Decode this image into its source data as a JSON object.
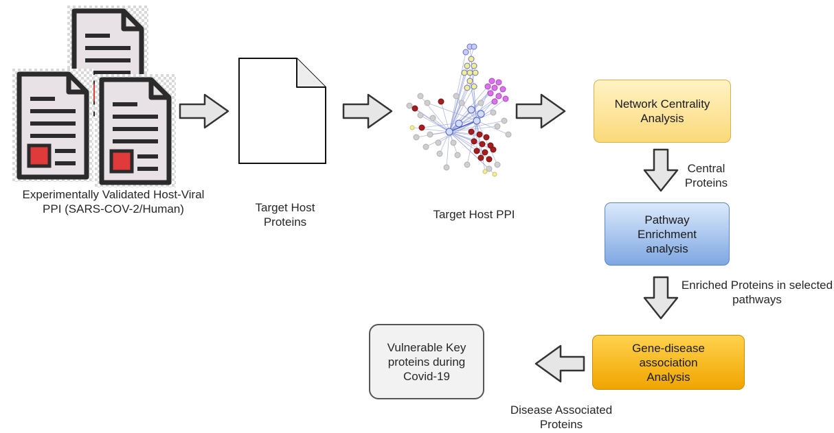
{
  "documents": {
    "label": "Experimentally Validated Host-Viral PPI (SARS-COV-2/Human)"
  },
  "target_proteins": {
    "label": "Target Host Proteins"
  },
  "target_ppi": {
    "label": "Target Host PPI"
  },
  "boxes": {
    "centrality": "Network Centrality Analysis",
    "pathway": "Pathway Enrichment analysis",
    "gene_disease": "Gene-disease association Analysis",
    "vulnerable": "Vulnerable Key proteins during Covid-19"
  },
  "edge_labels": {
    "central": "Central Proteins",
    "enriched": "Enriched Proteins in selected pathways",
    "disease": "Disease Associated Proteins"
  },
  "colors": {
    "arrow_fill": "#e6e6e6",
    "arrow_stroke": "#333333",
    "doc_fill": "#e8e2e6",
    "doc_red": "#e03a3a"
  }
}
